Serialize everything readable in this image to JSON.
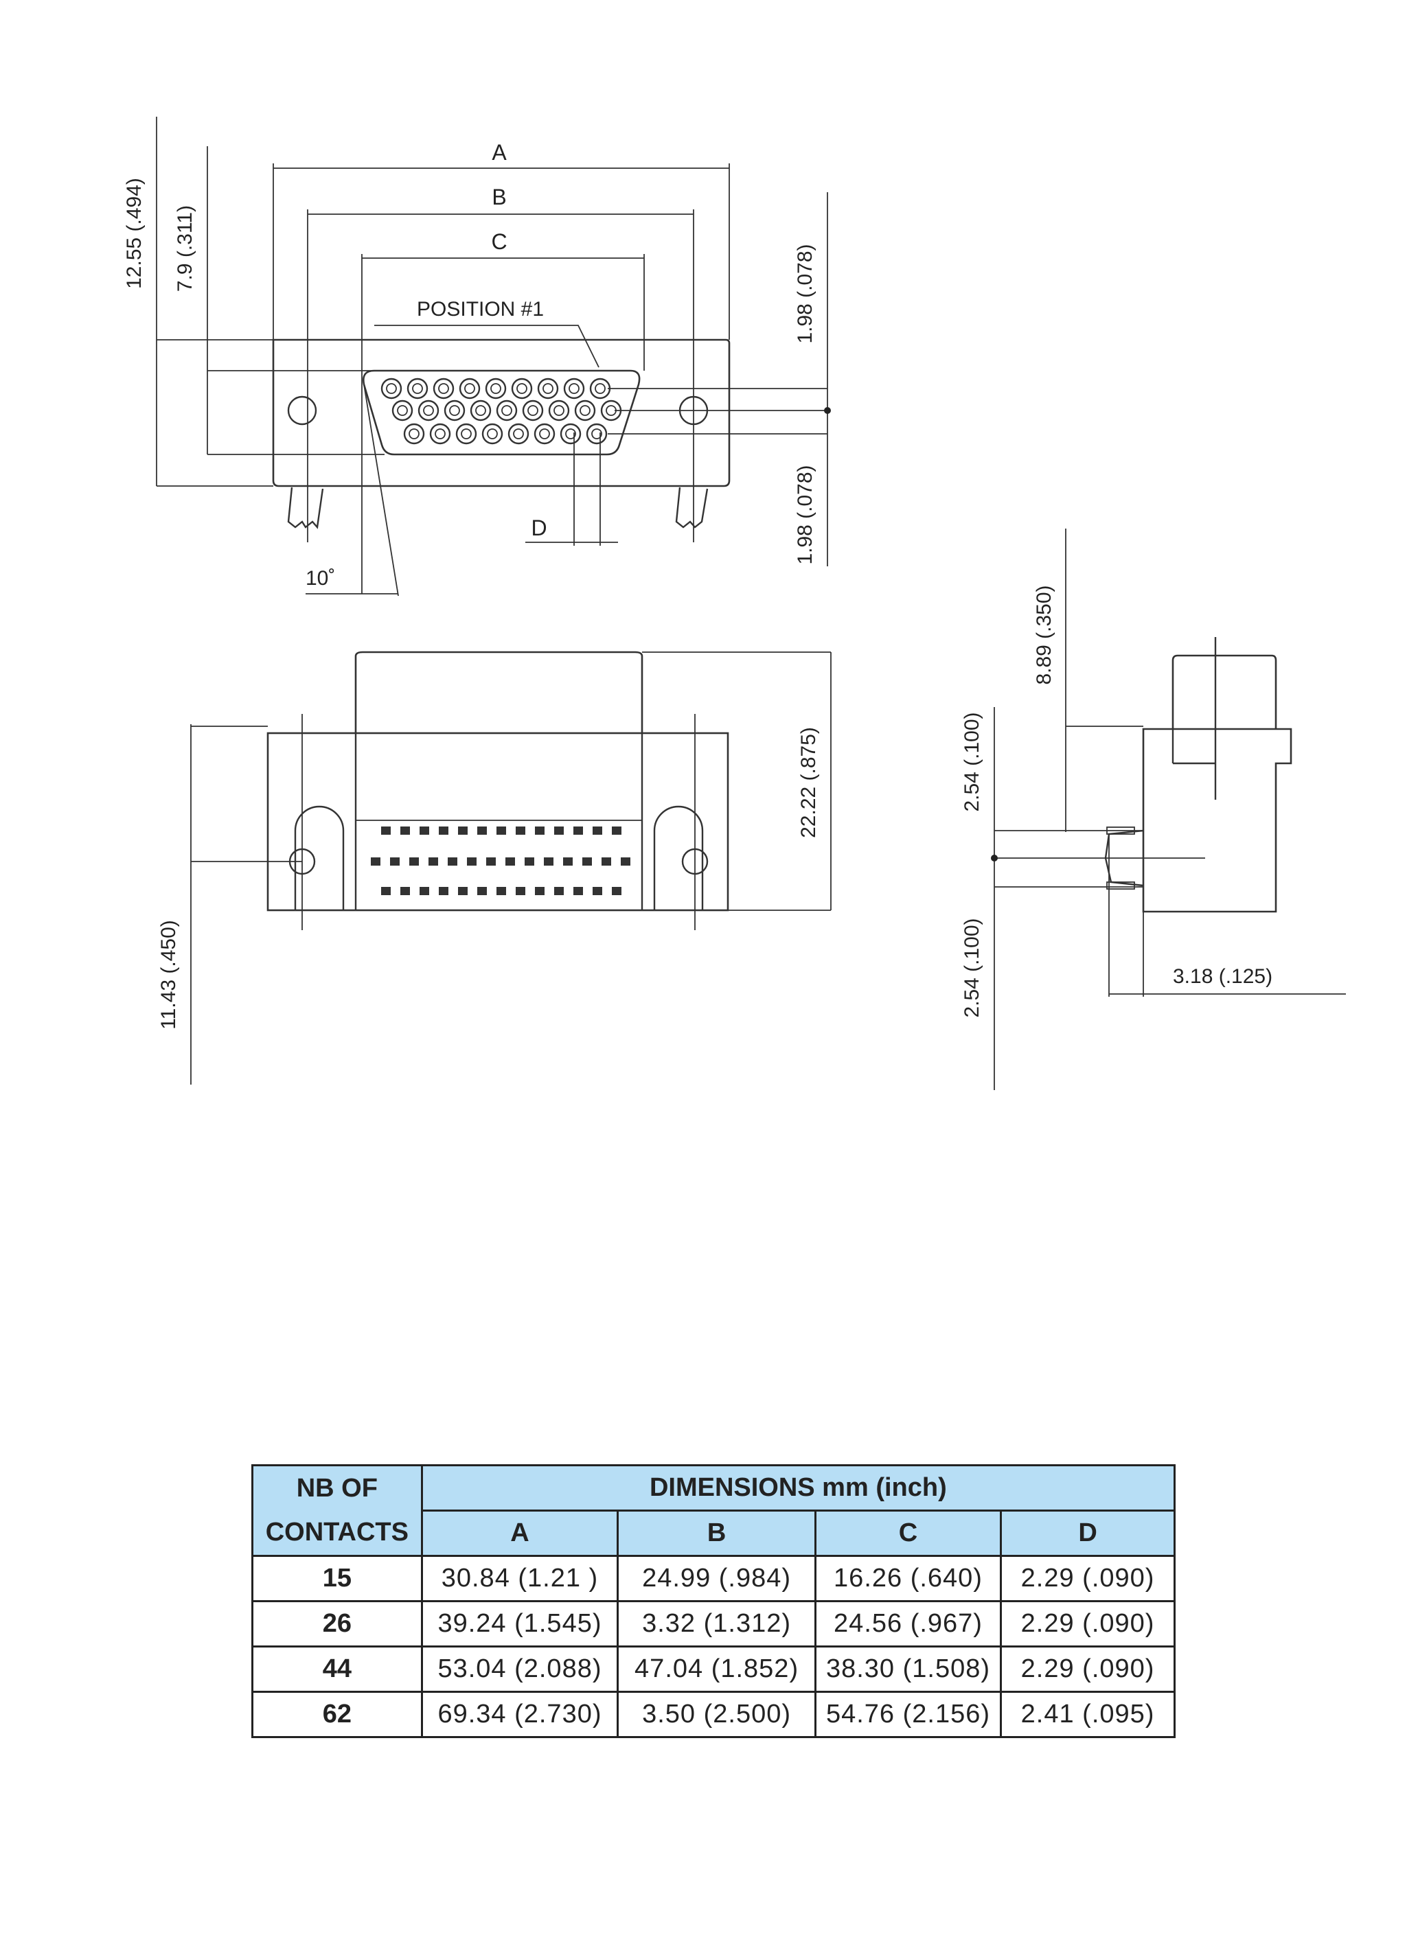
{
  "drawing": {
    "front_view": {
      "dim_a": "A",
      "dim_b": "B",
      "dim_c": "C",
      "dim_d": "D",
      "position_label": "POSITION #1",
      "angle": "10˚",
      "height_outer": "12.55 (.494)",
      "height_inner": "7.9 (.311)",
      "pitch_top": "1.98 (.078)",
      "pitch_bottom": "1.98 (.078)"
    },
    "bottom_view": {
      "overall_height": "22.22 (.875)",
      "pcb_offset": "11.43 (.450)"
    },
    "side_view": {
      "top_height": "8.89 (.350)",
      "row_pitch_top": "2.54 (.100)",
      "row_pitch_bottom": "2.54 (.100)",
      "pin_offset": "3.18 (.125)"
    }
  },
  "table": {
    "header": {
      "nb_line1": "NB OF",
      "nb_line2": "CONTACTS",
      "dimensions": "DIMENSIONS mm (inch)",
      "col_a": "A",
      "col_b": "B",
      "col_c": "C",
      "col_d": "D"
    },
    "rows": [
      {
        "contacts": "15",
        "a": "30.84 (1.21  )",
        "b": "24.99 (.984)",
        "c": "16.26 (.640)",
        "d": "2.29 (.090)"
      },
      {
        "contacts": "26",
        "a": "39.24 (1.545)",
        "b": "3.32 (1.312)",
        "c": "24.56 (.967)",
        "d": "2.29 (.090)"
      },
      {
        "contacts": "44",
        "a": "53.04 (2.088)",
        "b": "47.04 (1.852)",
        "c": "38.30 (1.508)",
        "d": "2.29 (.090)"
      },
      {
        "contacts": "62",
        "a": "69.34 (2.730)",
        "b": "3.50 (2.500)",
        "c": "54.76 (2.156)",
        "d": "2.41 (.095)"
      }
    ]
  }
}
